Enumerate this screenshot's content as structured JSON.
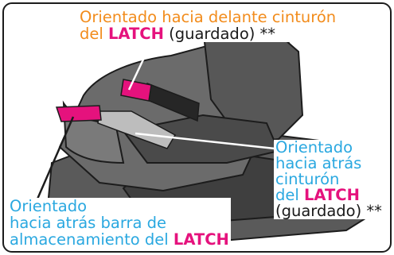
{
  "colors": {
    "orange_label": "#f28c1c",
    "blue_label": "#2aa8e0",
    "latch_pink": "#e5127d",
    "outline": "#1c1c1c",
    "seat_dark": "#4a4a4a",
    "seat_mid": "#6b6b6b"
  },
  "labels": {
    "top": {
      "line1": "Orientado hacia delante cinturón",
      "line2_prefix": "del",
      "keyword": "LATCH",
      "line2_suffix": "(guardado) **"
    },
    "right": {
      "line1": "Orientado",
      "line2": "hacia atrás",
      "line3": "cinturón",
      "line4_prefix": "del",
      "keyword": "LATCH",
      "line5": "(guardado) **"
    },
    "bottom_left": {
      "line1": "Orientado",
      "line2": "hacia atrás barra de",
      "line3_prefix": "almacenamiento del",
      "keyword": "LATCH"
    }
  }
}
